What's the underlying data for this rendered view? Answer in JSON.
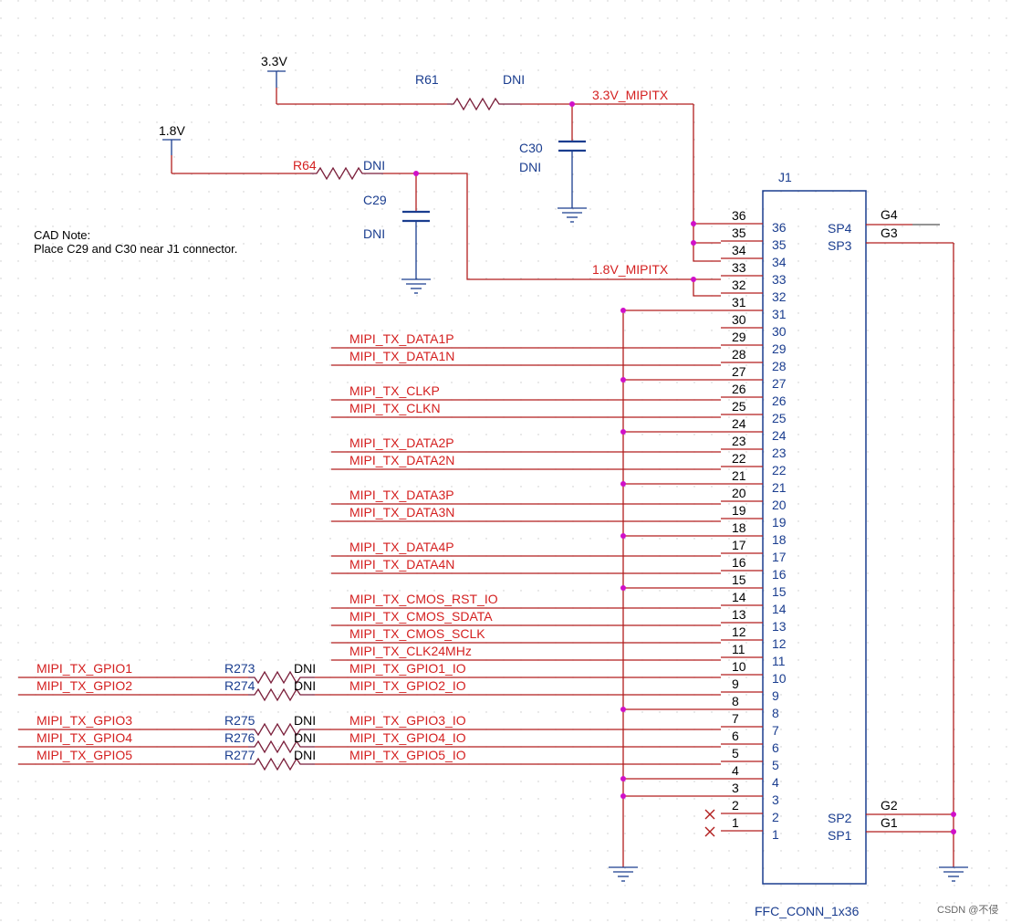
{
  "power": {
    "v33": "3.3V",
    "v18": "1.8V"
  },
  "resistors": {
    "r61": {
      "ref": "R61",
      "val": "DNI"
    },
    "r64": {
      "ref": "R64",
      "val": "DNI"
    },
    "r273": {
      "ref": "R273",
      "val": "DNI"
    },
    "r274": {
      "ref": "R274",
      "val": "DNI"
    },
    "r275": {
      "ref": "R275",
      "val": "DNI"
    },
    "r276": {
      "ref": "R276",
      "val": "DNI"
    },
    "r277": {
      "ref": "R277",
      "val": "DNI"
    }
  },
  "caps": {
    "c30": {
      "ref": "C30",
      "val": "DNI"
    },
    "c29": {
      "ref": "C29",
      "val": "DNI"
    }
  },
  "nets": {
    "mipitx33": "3.3V_MIPITX",
    "mipitx18": "1.8V_MIPITX",
    "data1p": "MIPI_TX_DATA1P",
    "data1n": "MIPI_TX_DATA1N",
    "clkp": "MIPI_TX_CLKP",
    "clkn": "MIPI_TX_CLKN",
    "data2p": "MIPI_TX_DATA2P",
    "data2n": "MIPI_TX_DATA2N",
    "data3p": "MIPI_TX_DATA3P",
    "data3n": "MIPI_TX_DATA3N",
    "data4p": "MIPI_TX_DATA4P",
    "data4n": "MIPI_TX_DATA4N",
    "rst": "MIPI_TX_CMOS_RST_IO",
    "sdata": "MIPI_TX_CMOS_SDATA",
    "sclk": "MIPI_TX_CMOS_SCLK",
    "clk24": "MIPI_TX_CLK24MHz",
    "gpio1io": "MIPI_TX_GPIO1_IO",
    "gpio2io": "MIPI_TX_GPIO2_IO",
    "gpio3io": "MIPI_TX_GPIO3_IO",
    "gpio4io": "MIPI_TX_GPIO4_IO",
    "gpio5io": "MIPI_TX_GPIO5_IO",
    "gpio1": "MIPI_TX_GPIO1",
    "gpio2": "MIPI_TX_GPIO2",
    "gpio3": "MIPI_TX_GPIO3",
    "gpio4": "MIPI_TX_GPIO4",
    "gpio5": "MIPI_TX_GPIO5"
  },
  "note": {
    "line1": "CAD Note:",
    "line2": "Place C29 and C30 near J1 connector."
  },
  "connector": {
    "ref": "J1",
    "part": "FFC_CONN_1x36",
    "sp4": "SP4",
    "sp3": "SP3",
    "sp2": "SP2",
    "sp1": "SP1",
    "g4": "G4",
    "g3": "G3",
    "g2": "G2",
    "g1": "G1",
    "pins": [
      "1",
      "2",
      "3",
      "4",
      "5",
      "6",
      "7",
      "8",
      "9",
      "10",
      "11",
      "12",
      "13",
      "14",
      "15",
      "16",
      "17",
      "18",
      "19",
      "20",
      "21",
      "22",
      "23",
      "24",
      "25",
      "26",
      "27",
      "28",
      "29",
      "30",
      "31",
      "32",
      "33",
      "34",
      "35",
      "36"
    ]
  },
  "watermark": "CSDN @不侵"
}
